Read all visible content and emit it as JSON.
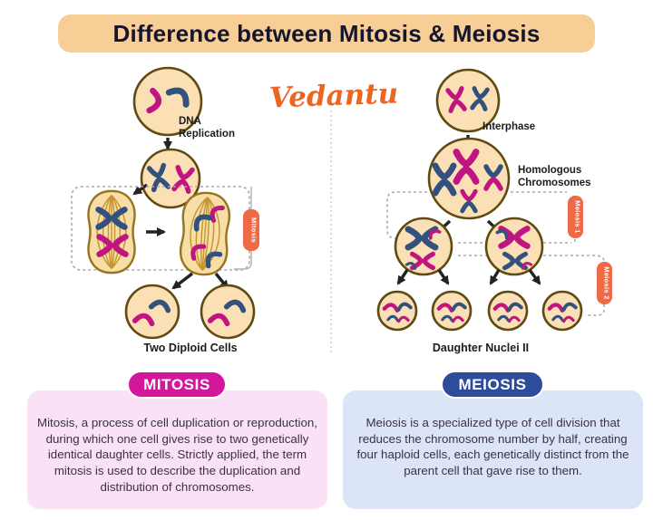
{
  "title": "Difference between Mitosis & Meiosis",
  "brand": "Vedantu",
  "colors": {
    "banner": "#f6ce96",
    "title_text": "#15152e",
    "brand_orange": "#ec6522",
    "cell_fill": "#fbe0b5",
    "cell_stroke": "#5e4a12",
    "chromosome_magenta": "#c01480",
    "chromosome_blue": "#33517d",
    "phase_tag_orange": "#ee6a47",
    "mitosis_badge": "#d4169c",
    "mitosis_box": "#fae1f5",
    "meiosis_badge": "#2e4c9c",
    "meiosis_box": "#dce4f7"
  },
  "mitosis_flow": {
    "dna_label_line1": "DNA",
    "dna_label_line2": "Replication",
    "phase_tag": "Mitosis",
    "result_label": "Two Diploid Cells"
  },
  "meiosis_flow": {
    "interphase_label": "Interphase",
    "homologous_line1": "Homologous",
    "homologous_line2": "Chromosomes",
    "phase_tag_1": "Meiosis 1",
    "phase_tag_2": "Meiosis 2",
    "result_label": "Daughter Nuclei II"
  },
  "mitosis_section": {
    "badge": "MITOSIS",
    "description": "Mitosis, a process of cell duplication or reproduction, during which one cell gives rise to two genetically identical daughter cells. Strictly applied, the term mitosis is used to describe the duplication and distribution of chromosomes."
  },
  "meiosis_section": {
    "badge": "MEIOSIS",
    "description": "Meiosis is a specialized type of cell division that reduces the chromosome number by half, creating four haploid cells, each genetically distinct from the parent cell that gave rise to them."
  }
}
